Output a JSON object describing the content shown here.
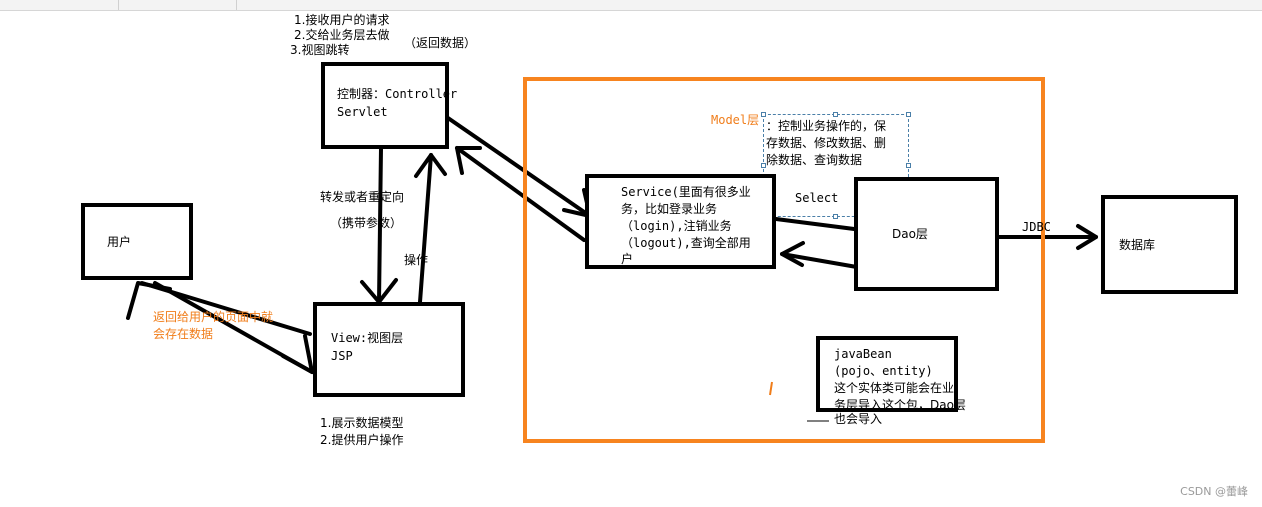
{
  "colors": {
    "accent": "#f7841f",
    "selection": "#4a7fa8",
    "ink": "#000000"
  },
  "controller_notes": [
    "1.接收用户的请求",
    "2.交给业务层去做",
    "3.视图跳转",
    "（返回数据）"
  ],
  "controller": {
    "title": "控制器：Controller",
    "subtitle": "Servlet"
  },
  "user": {
    "label": "用户"
  },
  "forward": {
    "label": "转发或者重定向",
    "sub": "（携带参数）"
  },
  "operate_label": "操作",
  "return_note": [
    "返回给用户的页面中就",
    "会存在数据"
  ],
  "view": {
    "title": "View:视图层",
    "subtitle": "JSP"
  },
  "view_notes": [
    "1.展示数据模型",
    "2.提供用户操作"
  ],
  "model_label": "Model层",
  "model_note": [
    "：控制业务操作的，保",
    "存数据、修改数据、删",
    "除数据、查询数据"
  ],
  "service": {
    "lines": [
      "Service(里面有很多业",
      "务，比如登录业务",
      "（login),注销业务",
      "（logout),查询全部用",
      "户"
    ]
  },
  "select_label": "Select",
  "dao": {
    "label": "Dao层"
  },
  "jdbc_label": "JDBC",
  "database": {
    "label": "数据库"
  },
  "javabean": {
    "lines": [
      "javaBean",
      "(pojo、entity)",
      "这个实体类可能会在业",
      "务层导入这个包，Dao层"
    ],
    "tail": "也会导入"
  },
  "watermark": "CSDN @蕾峰"
}
